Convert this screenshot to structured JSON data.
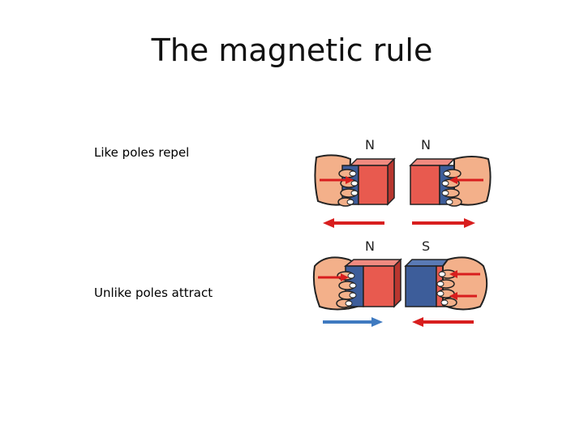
{
  "slide": {
    "title": "The magnetic rule",
    "like_label": "Like poles repel",
    "unlike_label": "Unlike poles attract"
  },
  "illustration": {
    "top_row": {
      "left_pole": "N",
      "right_pole": "N",
      "behavior": "repel"
    },
    "bottom_row": {
      "left_pole": "N",
      "right_pole": "S",
      "behavior": "attract"
    },
    "colors": {
      "north": "#e85a4f",
      "south": "#3d5d9a",
      "red_arrow": "#d81e1e",
      "blue_arrow": "#3f7ac0",
      "skin": "#f3b08a"
    }
  }
}
